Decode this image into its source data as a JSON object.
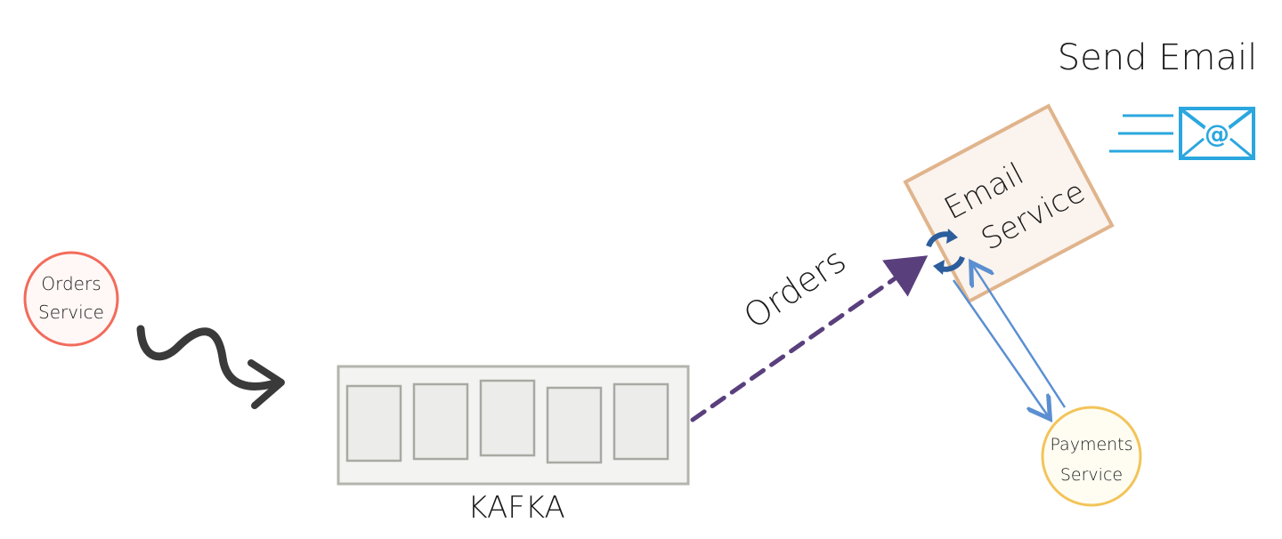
{
  "header": {
    "title": "Send Email"
  },
  "nodes": {
    "orders_service": {
      "line1": "Orders",
      "line2": "Service"
    },
    "kafka": {
      "label": "KAFKA",
      "partition_count": 5
    },
    "email_service": {
      "line1": "Email",
      "line2": "Service"
    },
    "payments_service": {
      "line1": "Payments",
      "line2": "Service"
    }
  },
  "edges": {
    "kafka_to_email": {
      "label": "Orders"
    }
  },
  "icons": {
    "email": "email-at-icon",
    "refresh": "refresh-cycle-icon"
  },
  "colors": {
    "orders_service": "#f26b5b",
    "payments_service": "#f2c45a",
    "email_box_border": "#e0b48c",
    "email_box_fill": "#fbf3ee",
    "kafka_border": "#b4b4ae",
    "kafka_fill": "#f3f3f1",
    "dashed_arrow": "#5a3f7d",
    "payments_arrows": "#5b8fd1",
    "email_icon": "#2ba7df",
    "refresh_icon": "#2c5d9c"
  }
}
